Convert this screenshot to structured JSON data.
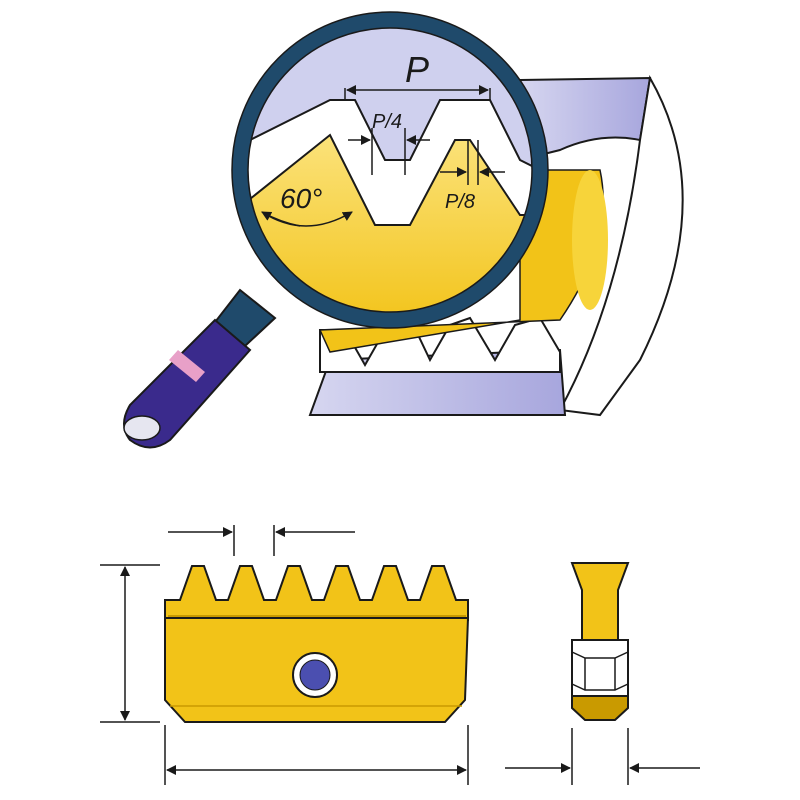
{
  "labels": {
    "pitch": "P",
    "crest_flat": "P/4",
    "root_flat": "P/8",
    "angle": "60°"
  },
  "colors": {
    "insert_gold": "#f2c318",
    "insert_gold_dark": "#c99a00",
    "insert_gold_light": "#fbe27a",
    "workpiece_lavender": "#a7a6dd",
    "workpiece_light": "#d6d6f0",
    "lens_rim": "#1f4a6b",
    "handle_purple": "#3a2a8c",
    "handle_band": "#e8a0c8",
    "hole_blue": "#4b4fb0",
    "outline": "#1a1a1a"
  },
  "icons": [
    "magnifying-glass-icon",
    "arrow-icon"
  ]
}
